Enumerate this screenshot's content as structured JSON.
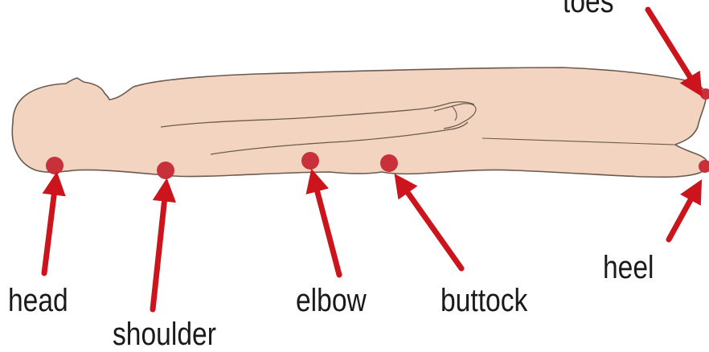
{
  "colors": {
    "body_fill": "#f2d4c0",
    "body_outline": "#6b5a4e",
    "pressure_point": "#c8313a",
    "arrow": "#cc141c",
    "label_text": "#1a1a1a",
    "background": "#ffffff"
  },
  "pressure_points": [
    {
      "id": "head",
      "label": "head"
    },
    {
      "id": "shoulder",
      "label": "shoulder"
    },
    {
      "id": "elbow",
      "label": "elbow"
    },
    {
      "id": "buttock",
      "label": "buttock"
    },
    {
      "id": "heel",
      "label": "heel"
    },
    {
      "id": "toes",
      "label": "toes"
    }
  ]
}
